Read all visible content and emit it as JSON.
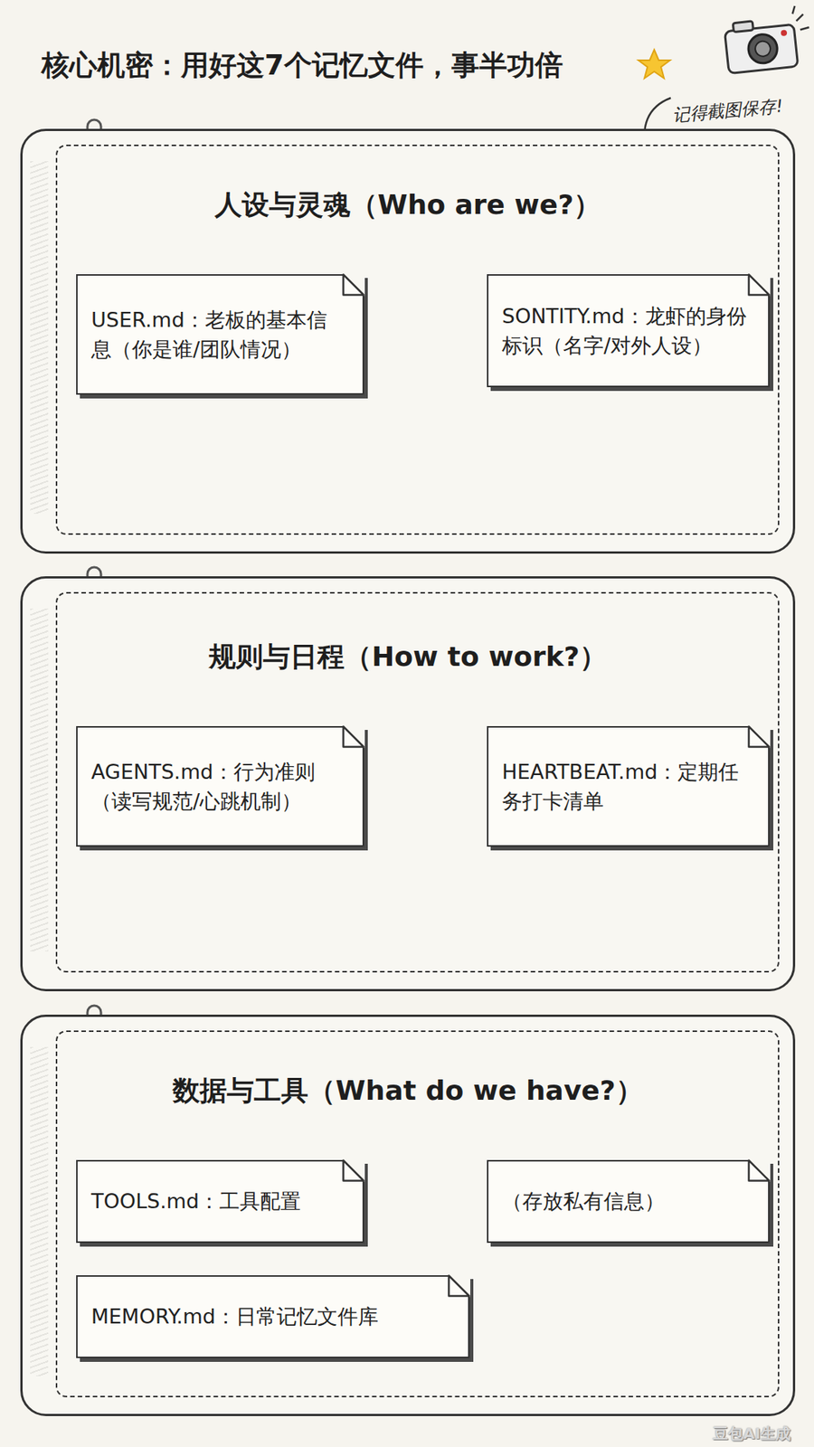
{
  "diagram": {
    "title": "核心机密：用好这7个记忆文件，事半功倍",
    "nodes": [
      {
        "text": [
          "人设与灵魂（Who are we?）"
        ]
      },
      {
        "text": [
          "USER.md：老板的基本信息（你是谁/团队情况）"
        ],
        "in": 0
      },
      {
        "text": [
          "SONTITY.md：龙虾的身份标识（名字/对外人设）"
        ],
        "in": 0
      },
      {
        "text": [
          "规则与日程（How to work?）"
        ]
      },
      {
        "text": [
          "AGENTS.md：行为准则（读写规范/心跳机制）"
        ],
        "in": 3
      },
      {
        "text": [
          "HEARTBEAT.md：定期任务打卡清单"
        ],
        "in": 3
      },
      {
        "text": [
          "数据与工具（What do we have?）"
        ]
      },
      {
        "text": [
          "TOOLS.md：工具配置"
        ],
        "in": 6
      },
      {
        "text": [
          "（存放私有信息）"
        ],
        "in": 6
      },
      {
        "text": [
          "MEMORY.md：日常记忆文件库"
        ],
        "in": 6
      }
    ],
    "edges": [
      {
        "from": 1,
        "to": 2,
        "arrow": "to"
      },
      {
        "from": 4,
        "to": 5,
        "arrow": "to"
      },
      {
        "from": 7,
        "to": 8,
        "arrow": "to"
      }
    ],
    "labels": [
      "记得截图保存!",
      "豆包AI生成"
    ]
  }
}
